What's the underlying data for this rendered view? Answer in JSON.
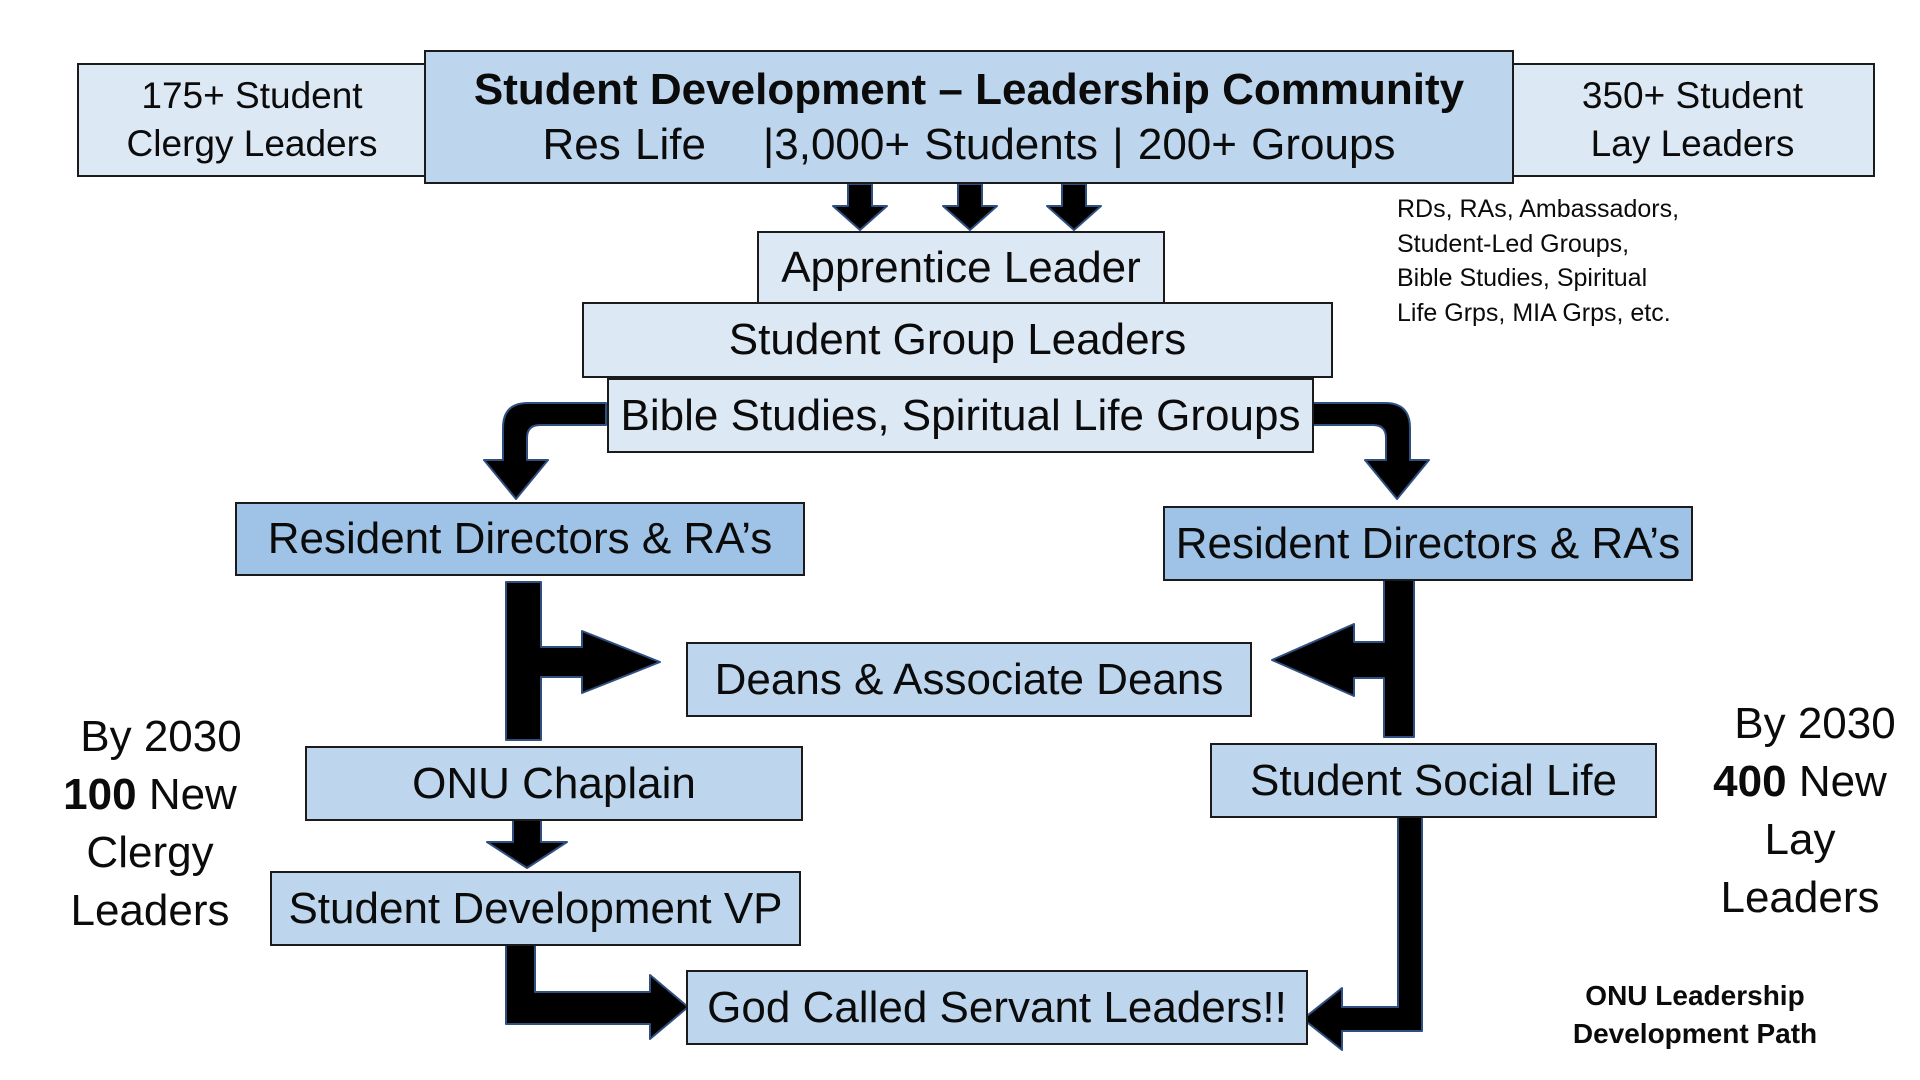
{
  "top": {
    "title": "Student Development – Leadership Community",
    "subtitle": "Res Life    |3,000+ Students | 200+ Groups",
    "left_box": {
      "line1": "175+ Student",
      "line2": "Clergy Leaders"
    },
    "right_box": {
      "line1": "350+ Student",
      "line2": "Lay Leaders"
    }
  },
  "note": {
    "lines": [
      "RDs, RAs, Ambassadors,",
      "Student-Led Groups,",
      "Bible Studies, Spiritual",
      "Life Grps, MIA Grps, etc."
    ]
  },
  "boxes": {
    "apprentice": "Apprentice Leader",
    "group_leaders": "Student Group Leaders",
    "bible_studies": "Bible Studies, Spiritual Life Groups",
    "resident_left": "Resident Directors & RA’s",
    "resident_right": "Resident Directors & RA’s",
    "deans": "Deans & Associate Deans",
    "chaplain": "ONU Chaplain",
    "social_life": "Student Social Life",
    "vp": "Student Development VP",
    "servant_leaders": "God Called Servant Leaders!!"
  },
  "goals": {
    "left": {
      "line1": "By 2030",
      "number": "100",
      "word": "New",
      "line3": "Clergy",
      "line4": "Leaders"
    },
    "right": {
      "line1": "By 2030",
      "number": "400",
      "word": "New",
      "line3": "Lay",
      "line4": "Leaders"
    }
  },
  "path_label": {
    "line1": "ONU Leadership",
    "line2": "Development Path"
  },
  "colors": {
    "light_box": "#dde8f5",
    "mid_box": "#bdd6ee",
    "dark_box": "#9fc2e7",
    "arrow": "#000000",
    "arrow_outline": "#2f4f80"
  }
}
